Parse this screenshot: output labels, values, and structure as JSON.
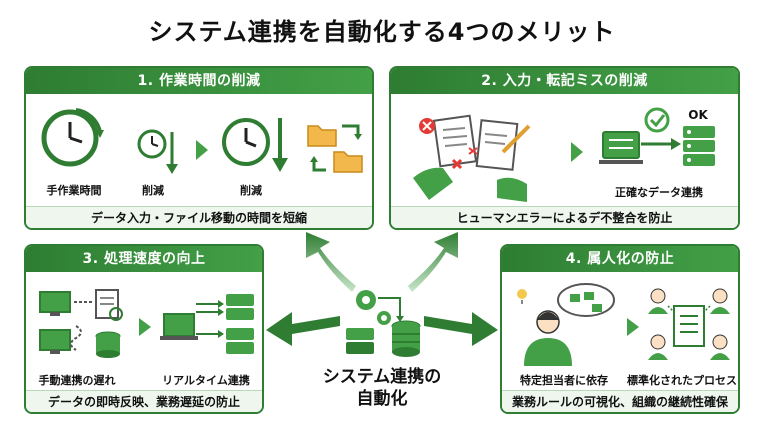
{
  "title": "システム連携を自動化する4つのメリット",
  "center_label_line1": "システム連携の",
  "center_label_line2": "自動化",
  "cards": [
    {
      "header": "1. 作業時間の削減",
      "labels": [
        "手作業時間",
        "削減",
        "削減"
      ],
      "footer": "データ入力・ファイル移動の時間を短縮"
    },
    {
      "header": "2. 入力・転記ミスの削減",
      "labels": [
        "OK",
        "正確なデータ連携"
      ],
      "footer": "ヒューマンエラーによるデ不整合を防止"
    },
    {
      "header": "3. 処理速度の向上",
      "labels": [
        "手動連携の遅れ",
        "リアルタイム連携"
      ],
      "footer": "データの即時反映、業務遅延の防止"
    },
    {
      "header": "4. 属人化の防止",
      "labels": [
        "特定担当者に依存",
        "標準化されたプロセス"
      ],
      "footer": "業務ルールの可視化、組織の継続性確保"
    }
  ],
  "colors": {
    "primary": "#2e7d32",
    "accent": "#43a047",
    "light": "#eef6ee",
    "error": "#e53935"
  }
}
